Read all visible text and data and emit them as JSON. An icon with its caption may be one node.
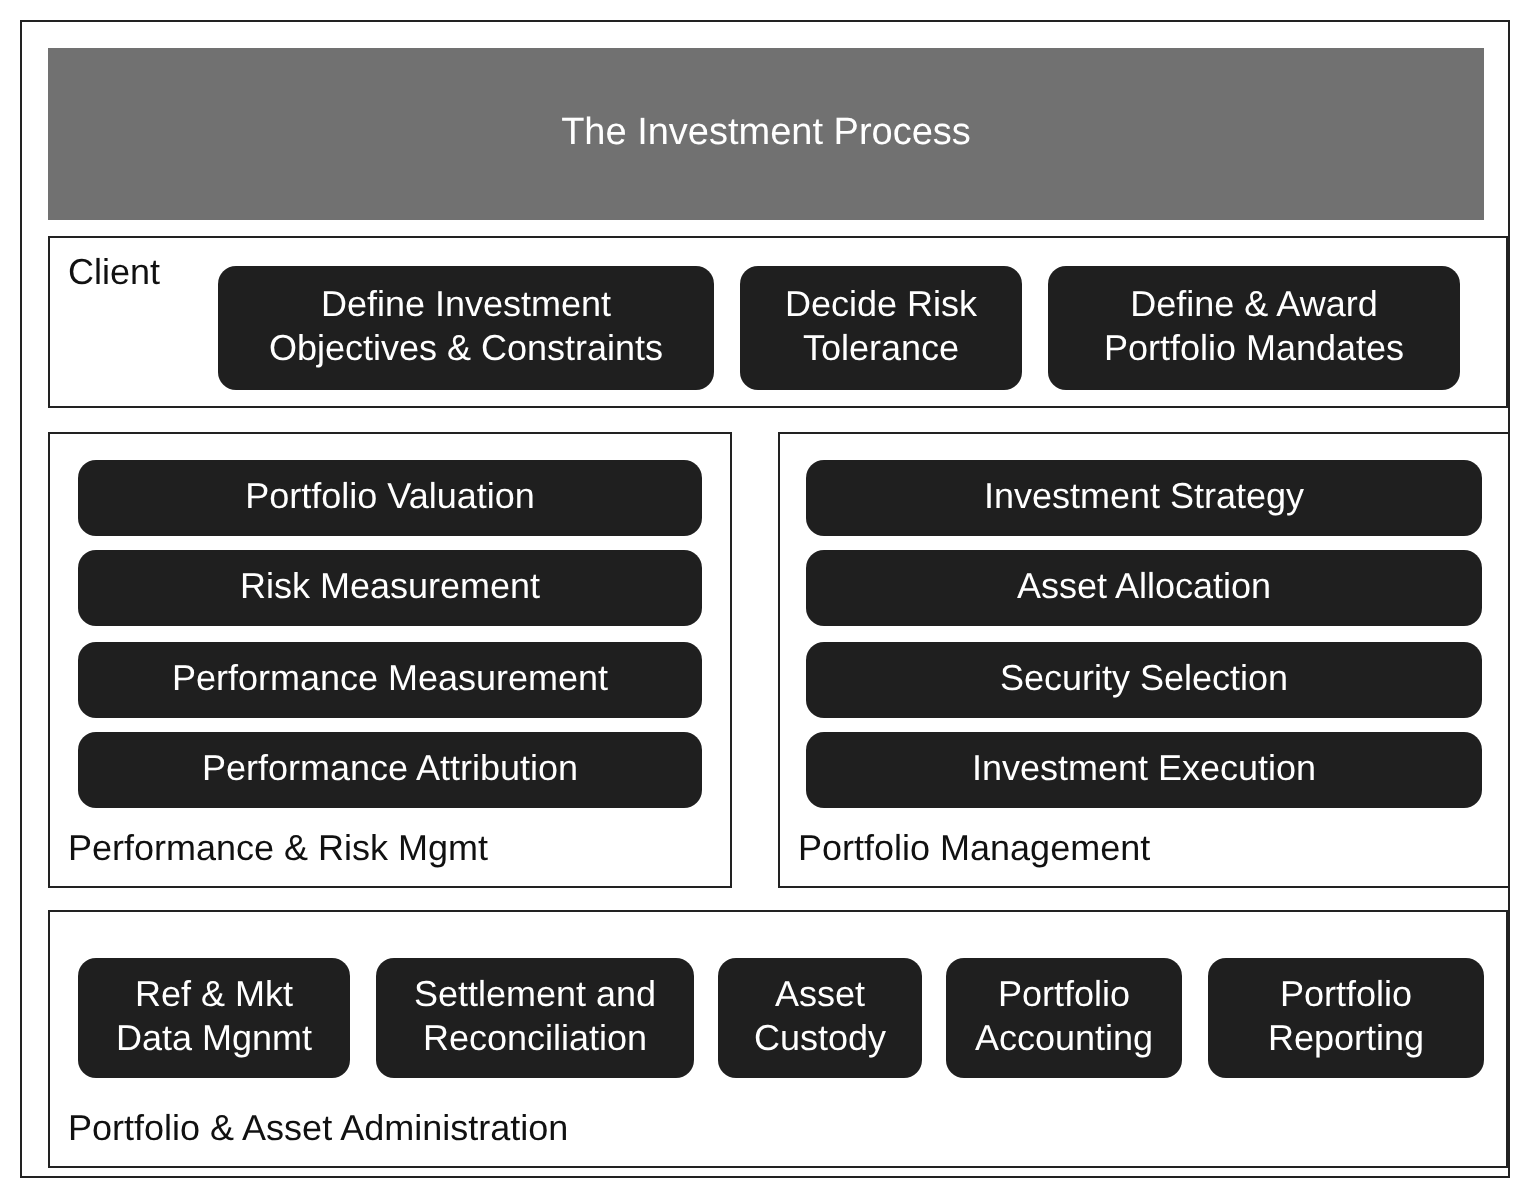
{
  "diagram": {
    "nodes": [
      {
        "text": [
          "The Investment Process"
        ]
      },
      {
        "text": [
          "Client"
        ]
      },
      {
        "text": [
          "Define Investment Objectives & Constraints"
        ],
        "in": 1
      },
      {
        "text": [
          "Decide Risk Tolerance"
        ],
        "in": 1
      },
      {
        "text": [
          "Define & Award Portfolio Mandates"
        ],
        "in": 1
      },
      {
        "text": [
          "Performance & Risk Mgmt"
        ]
      },
      {
        "text": [
          "Portfolio Valuation"
        ],
        "in": 5
      },
      {
        "text": [
          "Risk Measurement"
        ],
        "in": 5
      },
      {
        "text": [
          "Performance Measurement"
        ],
        "in": 5
      },
      {
        "text": [
          "Performance Attribution"
        ],
        "in": 5
      },
      {
        "text": [
          "Portfolio Management"
        ]
      },
      {
        "text": [
          "Investment Strategy"
        ],
        "in": 10
      },
      {
        "text": [
          "Asset Allocation"
        ],
        "in": 10
      },
      {
        "text": [
          "Security Selection"
        ],
        "in": 10
      },
      {
        "text": [
          "Investment Execution"
        ],
        "in": 10
      },
      {
        "text": [
          "Portfolio & Asset Administration"
        ]
      },
      {
        "text": [
          "Ref & Mkt Data Mgnmt"
        ],
        "in": 15
      },
      {
        "text": [
          "Settlement and Reconciliation"
        ],
        "in": 15
      },
      {
        "text": [
          "Asset Custody"
        ],
        "in": 15
      },
      {
        "text": [
          "Portfolio Accounting"
        ],
        "in": 15
      },
      {
        "text": [
          "Portfolio Reporting"
        ],
        "in": 15
      }
    ],
    "edges": []
  }
}
